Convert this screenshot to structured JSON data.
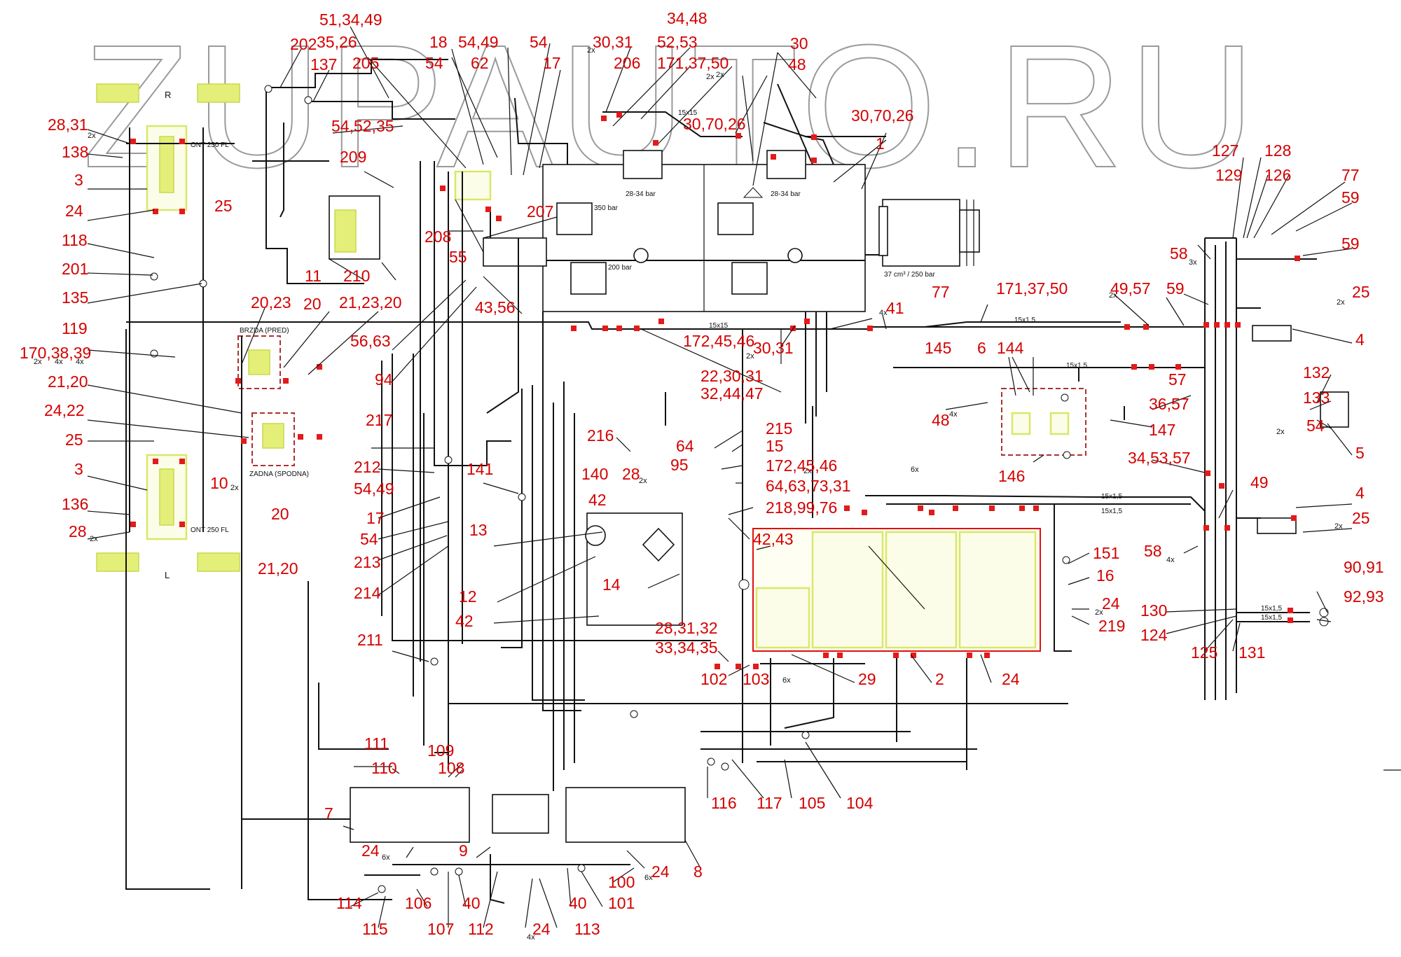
{
  "watermark": "ZUPAUTO.RU",
  "callouts": {
    "c_51_34_49": "51,34,49",
    "c_35_26": "35,26",
    "c_18": "18",
    "c_54_49_a": "54,49",
    "c_54_a": "54",
    "c_30_31_a": "30,31",
    "c_34_48": "34,48",
    "c_30_top": "30",
    "c_202": "202",
    "c_205": "205",
    "c_54_b": "54",
    "c_62": "62",
    "c_17_a": "17",
    "c_206": "206",
    "c_52_53": "52,53",
    "c_171_37_50_a": "171,37,50",
    "c_48_a": "48",
    "c_137": "137",
    "c_28_31": "28,31",
    "c_138": "138",
    "c_3_a": "3",
    "c_24_a": "24",
    "c_25_a": "25",
    "c_118": "118",
    "c_201": "201",
    "c_135": "135",
    "c_119": "119",
    "c_170_38_39": "170,38,39",
    "c_21_20_a": "21,20",
    "c_24_22": "24,22",
    "c_25_b": "25",
    "c_3_b": "3",
    "c_136": "136",
    "c_28_b": "28",
    "c_54_52_35": "54,52,35",
    "c_209": "209",
    "c_11": "11",
    "c_210": "210",
    "c_208": "208",
    "c_207": "207",
    "c_55": "55",
    "c_30_70_26_a": "30,70,26",
    "c_30_70_26_b": "30,70,26",
    "c_1": "1",
    "c_43_56": "43,56",
    "c_20_23": "20,23",
    "c_20_a": "20",
    "c_21_23_20": "21,23,20",
    "c_56_63": "56,63",
    "c_94": "94",
    "c_172_45_46_a": "172,45,46",
    "c_30_31_b": "30,31",
    "c_22_30_31": "22,30,31",
    "c_32_44_47": "32,44,47",
    "c_41": "41",
    "c_77_a": "77",
    "c_171_37_50_b": "171,37,50",
    "c_49_57": "49,57",
    "c_127": "127",
    "c_128": "128",
    "c_129": "129",
    "c_126": "126",
    "c_77_b": "77",
    "c_59_a": "59",
    "c_59_b": "59",
    "c_58_a": "58",
    "c_59_c": "59",
    "c_25_c": "25",
    "c_4_a": "4",
    "c_145": "145",
    "c_6": "6",
    "c_144": "144",
    "c_57_a": "57",
    "c_36_57": "36,57",
    "c_132": "132",
    "c_133": "133",
    "c_54_c": "54",
    "c_5": "5",
    "c_48_b": "48",
    "c_147": "147",
    "c_146": "146",
    "c_34_53_57": "34,53,57",
    "c_49": "49",
    "c_4_b": "4",
    "c_25_d": "25",
    "c_58_b": "58",
    "c_151": "151",
    "c_16": "16",
    "c_24_b": "24",
    "c_219": "219",
    "c_90_91": "90,91",
    "c_92_93": "92,93",
    "c_130": "130",
    "c_124": "124",
    "c_125": "125",
    "c_131": "131",
    "c_217": "217",
    "c_10": "10",
    "c_20_b": "20",
    "c_21_20_b": "21,20",
    "c_212": "212",
    "c_54_49_b": "54,49",
    "c_17_b": "17",
    "c_54_d": "54",
    "c_213": "213",
    "c_214": "214",
    "c_141": "141",
    "c_216": "216",
    "c_215": "215",
    "c_15": "15",
    "c_64": "64",
    "c_95": "95",
    "c_140": "140",
    "c_28_c": "28",
    "c_172_45_46_b": "172,45,46",
    "c_64_63_73_31": "64,63,73,31",
    "c_42_a": "42",
    "c_218_99_76": "218,99,76",
    "c_13": "13",
    "c_42_43": "42,43",
    "c_12": "12",
    "c_14": "14",
    "c_42_b": "42",
    "c_28_31_32": "28,31,32",
    "c_33_34_35": "33,34,35",
    "c_102": "102",
    "c_103": "103",
    "c_29": "29",
    "c_2": "2",
    "c_24_c": "24",
    "c_211": "211",
    "c_111": "111",
    "c_110": "110",
    "c_109": "109",
    "c_108": "108",
    "c_7": "7",
    "c_24_d": "24",
    "c_9": "9",
    "c_8": "8",
    "c_24_e": "24",
    "c_116": "116",
    "c_117": "117",
    "c_105": "105",
    "c_104": "104",
    "c_114": "114",
    "c_115": "115",
    "c_106": "106",
    "c_107": "107",
    "c_40_a": "40",
    "c_112": "112",
    "c_24_f": "24",
    "c_113": "113",
    "c_40_b": "40",
    "c_100": "100",
    "c_101": "101"
  },
  "multipliers": {
    "m_2x": "2x",
    "m_3x": "3x",
    "m_4x": "4x",
    "m_6x": "6x"
  },
  "pipe_sizes": {
    "p_15x15": "15x15",
    "p_15x1_5": "15x1,5"
  },
  "captions": {
    "side_r": "R",
    "side_l": "L",
    "cyl_top": "ONT 250 FL",
    "cyl_bottom": "ONT 250 FL",
    "brake_front": "BRZDA (PRED)",
    "brake_rear": "ZADNA (SPODNA)",
    "pressure_350": "350 bar",
    "pressure_200": "200 bar",
    "pump_caption": "37 cm³ / 250 bar",
    "valve_text_a": "28-34 bar",
    "valve_text_b": "28-34 bar"
  },
  "icon_names": [
    "engine-icon",
    "pump-icon",
    "cylinder-icon",
    "check-valve-icon",
    "filter-icon",
    "relief-valve-icon"
  ]
}
